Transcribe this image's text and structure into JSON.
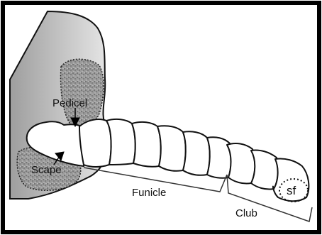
{
  "labels": {
    "pedicel": "Pedicel",
    "scape": "Scape",
    "funicle": "Funicle",
    "club": "Club",
    "sf": "sf"
  },
  "colors": {
    "frame": "#000000",
    "head_fill": "#b9b9b9",
    "sensilla_fill": "#8a8a8a",
    "segment_fill": "#ffffff",
    "outline": "#111111"
  }
}
